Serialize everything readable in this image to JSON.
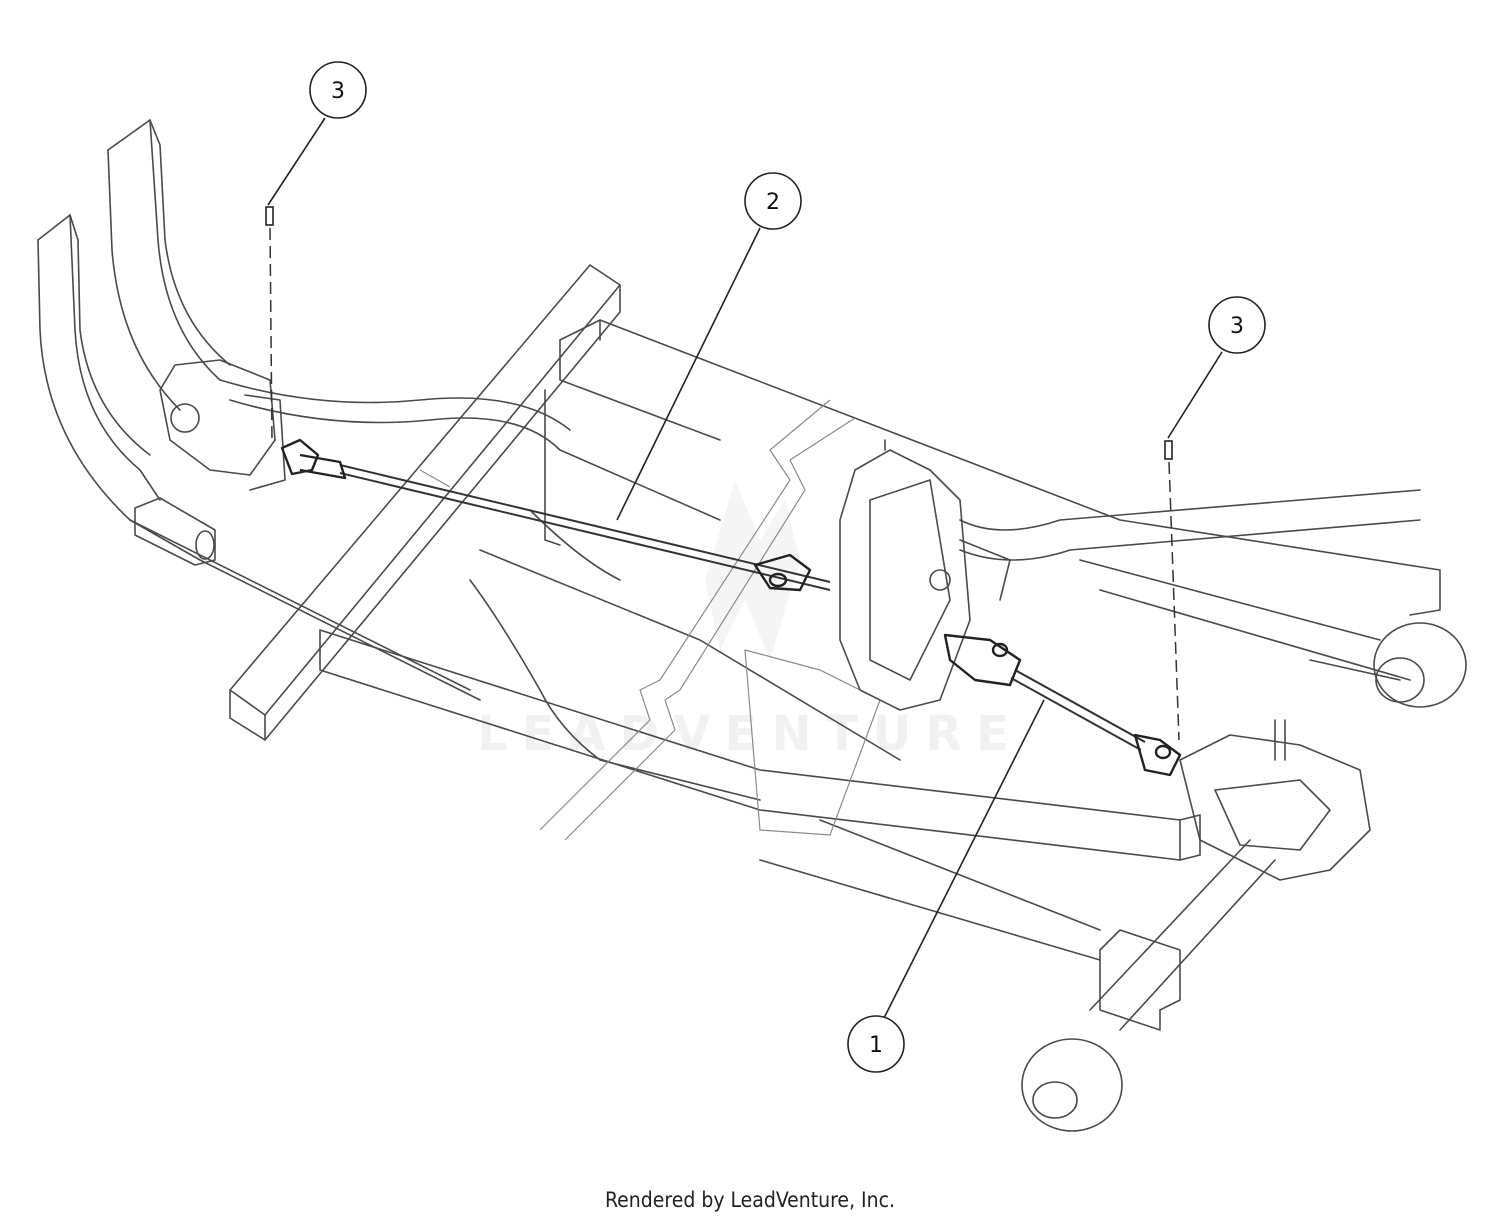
{
  "diagram": {
    "callouts": [
      {
        "id": "c3a",
        "label": "3"
      },
      {
        "id": "c2",
        "label": "2"
      },
      {
        "id": "c3b",
        "label": "3"
      },
      {
        "id": "c1",
        "label": "1"
      }
    ],
    "watermark": "LEADVENTURE",
    "footer": "Rendered by LeadVenture, Inc."
  },
  "colors": {
    "line": "#4a4a4a",
    "watermark": "#e6e6e6",
    "background": "#ffffff"
  }
}
